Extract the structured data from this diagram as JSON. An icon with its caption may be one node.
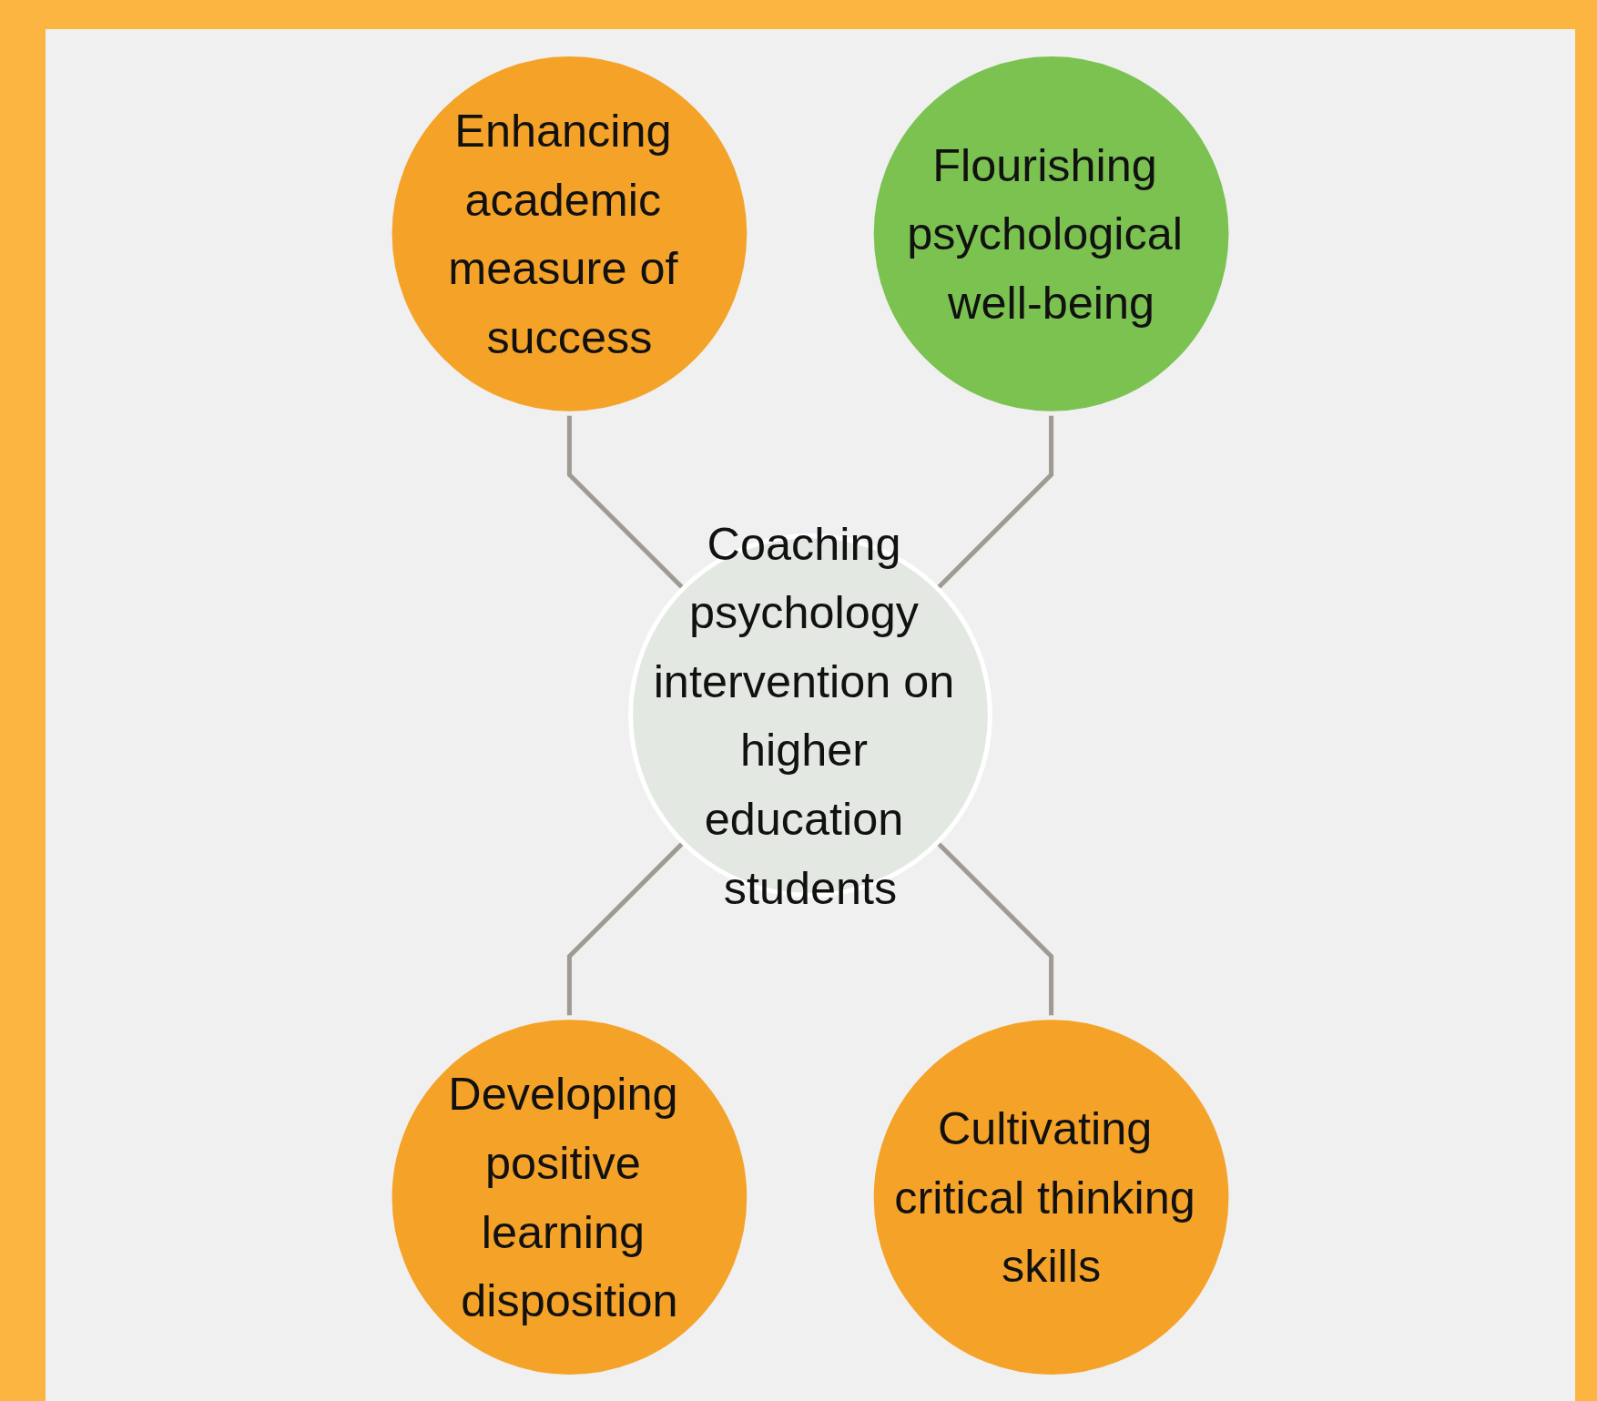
{
  "diagram": {
    "nodes": [
      {
        "text": [
          "Enhancing academic measure of success"
        ]
      },
      {
        "text": [
          "Flourishing psychological well-being"
        ]
      },
      {
        "text": [
          "Coaching psychology intervention on higher education students"
        ]
      },
      {
        "text": [
          "Developing positive learning disposition"
        ]
      },
      {
        "text": [
          "Cultivating critical thinking skills"
        ]
      }
    ],
    "edges": [
      {
        "from": 0,
        "to": 2,
        "arrow": "none"
      },
      {
        "from": 1,
        "to": 2,
        "arrow": "none"
      },
      {
        "from": 2,
        "to": 3,
        "arrow": "none"
      },
      {
        "from": 2,
        "to": 4,
        "arrow": "none"
      }
    ]
  }
}
